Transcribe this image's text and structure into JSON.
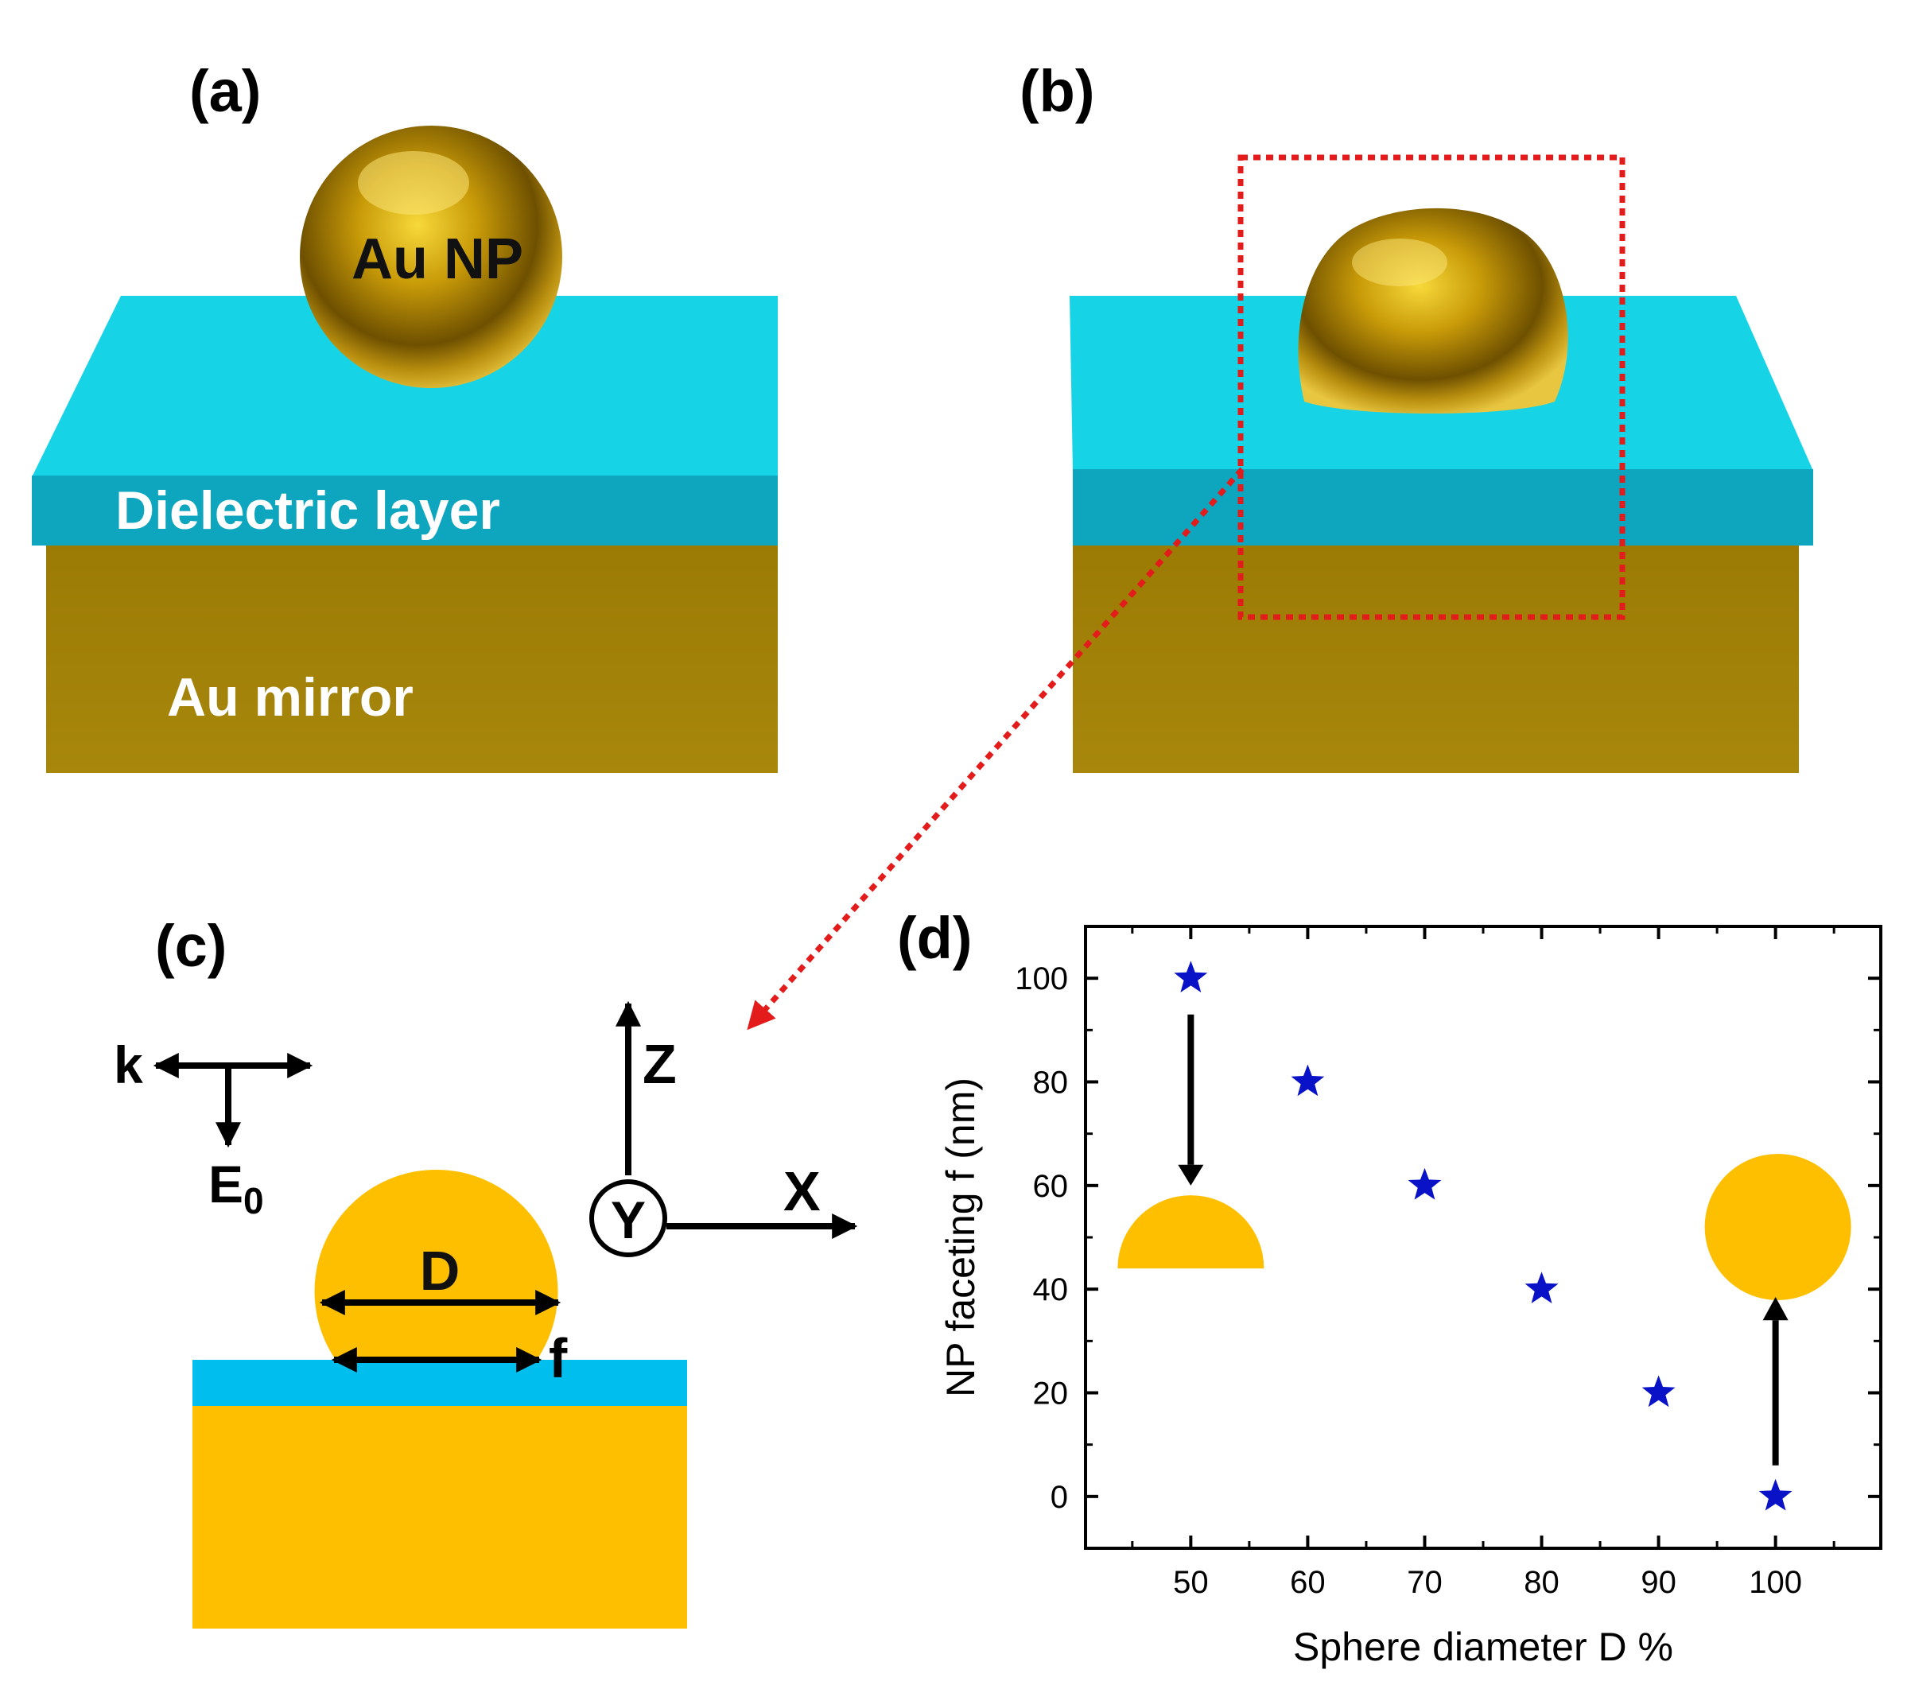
{
  "panels": {
    "a": {
      "label": "(a)",
      "nanoparticle_label": "Au NP",
      "layer_label": "Dielectric layer",
      "mirror_label": "Au mirror"
    },
    "b": {
      "label": "(b)"
    },
    "c": {
      "label": "(c)",
      "k_label": "k",
      "e_label": "E",
      "e_subscript": "0",
      "z_label": "Z",
      "x_label": "X",
      "y_label": "Y",
      "d_label": "D",
      "f_label": "f"
    },
    "d": {
      "label": "(d)"
    }
  },
  "colors": {
    "gold": "#FDBF00",
    "dielectric": "#00BFEF",
    "dielectric_3d": "#16D3E6",
    "mirror_3d": "#A78508",
    "star": "#0A12C8",
    "dotted_box": "#E41B1B"
  },
  "chart_data": {
    "type": "scatter",
    "title": "",
    "xlabel": "Sphere diameter D %",
    "ylabel": "NP faceting f (nm)",
    "xlim": [
      41,
      109
    ],
    "ylim": [
      -10,
      110
    ],
    "xticks": [
      "50",
      "60",
      "70",
      "80",
      "90",
      "100"
    ],
    "yticks": [
      "0",
      "20",
      "40",
      "60",
      "80",
      "100"
    ],
    "marker": "star",
    "x": [
      50,
      60,
      70,
      80,
      90,
      100
    ],
    "y": [
      100,
      80,
      60,
      40,
      20,
      0
    ],
    "annotations": [
      {
        "shape": "hemisphere",
        "points_to": [
          50,
          100
        ]
      },
      {
        "shape": "sphere",
        "points_to": [
          100,
          0
        ]
      }
    ]
  }
}
